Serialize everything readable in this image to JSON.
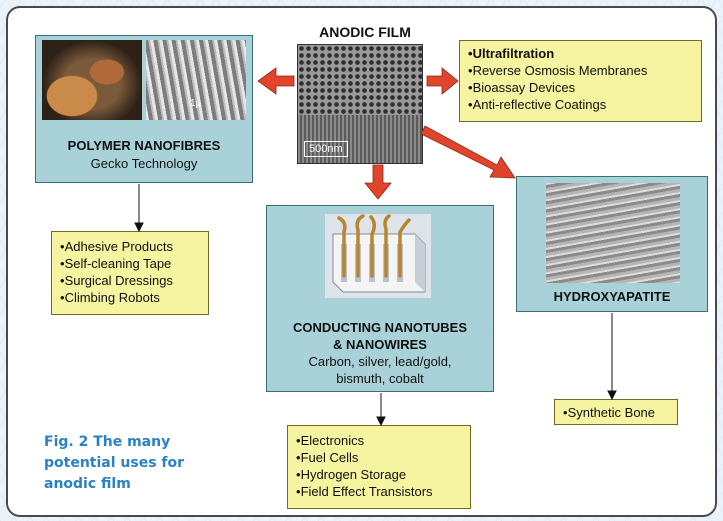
{
  "anodic_film": {
    "title": "ANODIC FILM",
    "scale_label": "500nm"
  },
  "polymer": {
    "title": "POLYMER NANOFIBRES",
    "subtitle": "Gecko Technology",
    "micro_scale": "1μ"
  },
  "conducting": {
    "title_line1": "CONDUCTING NANOTUBES",
    "title_line2": "& NANOWIRES",
    "materials_line1": "Carbon, silver, lead/gold,",
    "materials_line2": "bismuth, cobalt"
  },
  "hydroxyapatite": {
    "title": "HYDROXYAPATITE"
  },
  "uses_film": [
    "Ultrafiltration",
    "Reverse Osmosis Membranes",
    "Bioassay Devices",
    "Anti-reflective Coatings"
  ],
  "uses_polymer": [
    "Adhesive Products",
    "Self-cleaning Tape",
    "Surgical Dressings",
    "Climbing Robots"
  ],
  "uses_conducting": [
    "Electronics",
    "Fuel Cells",
    "Hydrogen Storage",
    "Field Effect Transistors"
  ],
  "uses_hydroxyapatite": [
    "Synthetic Bone"
  ],
  "caption": {
    "line1": "Fig. 2 The many",
    "line2": "potential uses for",
    "line3": "anodic film"
  },
  "colors": {
    "accent_blue": "#2a82c4",
    "arrow_red": "#e0442a",
    "box_teal": "#a9d2d8",
    "box_yellow": "#f6f4a0"
  }
}
